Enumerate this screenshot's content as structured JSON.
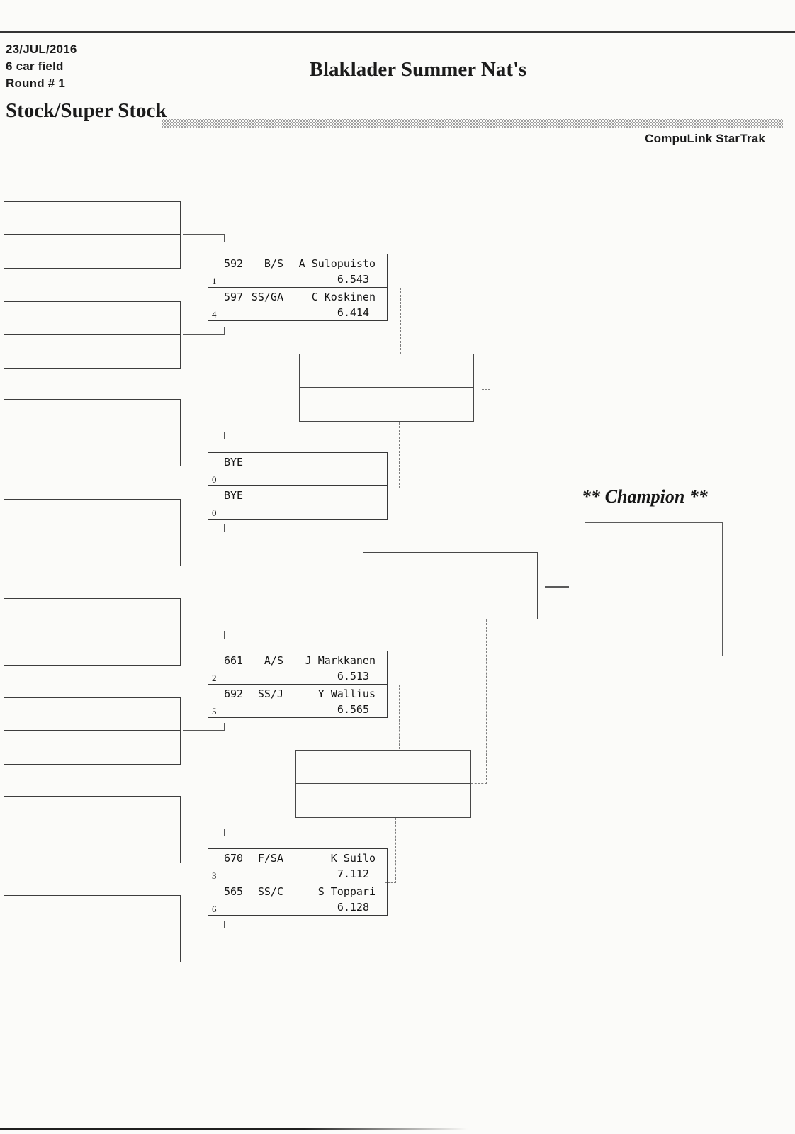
{
  "header": {
    "date": "23/JUL/2016",
    "field_size": "6 car field",
    "round": "Round # 1",
    "event_title": "Blaklader Summer Nat's",
    "class_title": "Stock/Super Stock",
    "timing_system": "CompuLink StarTrak"
  },
  "champion": {
    "label": "** Champion **"
  },
  "bracket": {
    "round2": [
      {
        "top": {
          "car": "592",
          "car_class": "B/S",
          "driver": "A Sulopuisto",
          "seed": "1",
          "et": "6.543"
        },
        "bottom": {
          "car": "597",
          "car_class": "SS/GA",
          "driver": "C Koskinen",
          "seed": "4",
          "et": "6.414"
        }
      },
      {
        "top": {
          "car": "BYE",
          "car_class": "",
          "driver": "",
          "seed": "0",
          "et": ""
        },
        "bottom": {
          "car": "BYE",
          "car_class": "",
          "driver": "",
          "seed": "0",
          "et": ""
        }
      },
      {
        "top": {
          "car": "661",
          "car_class": "A/S",
          "driver": "J Markkanen",
          "seed": "2",
          "et": "6.513"
        },
        "bottom": {
          "car": "692",
          "car_class": "SS/J",
          "driver": "Y Wallius",
          "seed": "5",
          "et": "6.565"
        }
      },
      {
        "top": {
          "car": "670",
          "car_class": "F/SA",
          "driver": "K Suilo",
          "seed": "3",
          "et": "7.112"
        },
        "bottom": {
          "car": "565",
          "car_class": "SS/C",
          "driver": "S Toppari",
          "seed": "6",
          "et": "6.128"
        }
      }
    ]
  }
}
